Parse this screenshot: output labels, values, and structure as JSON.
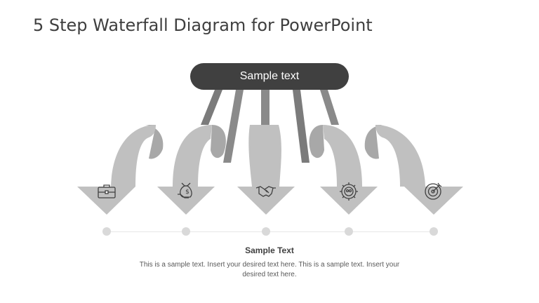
{
  "slide": {
    "title": "5 Step Waterfall Diagram for PowerPoint",
    "top_label": "Sample text",
    "caption_title": "Sample Text",
    "caption_body": "This is a sample text.  Insert your desired text here. This is a sample text. Insert your desired text here."
  },
  "steps": [
    {
      "icon": "briefcase-icon"
    },
    {
      "icon": "money-bag-icon"
    },
    {
      "icon": "handshake-icon"
    },
    {
      "icon": "gear-people-icon"
    },
    {
      "icon": "target-icon"
    }
  ],
  "colors": {
    "arrow_light": "#c0c0c0",
    "arrow_mid": "#a8a8a8",
    "connector_dark": "#7b7b7b",
    "pill": "#404040",
    "title": "#3f3f3f"
  }
}
